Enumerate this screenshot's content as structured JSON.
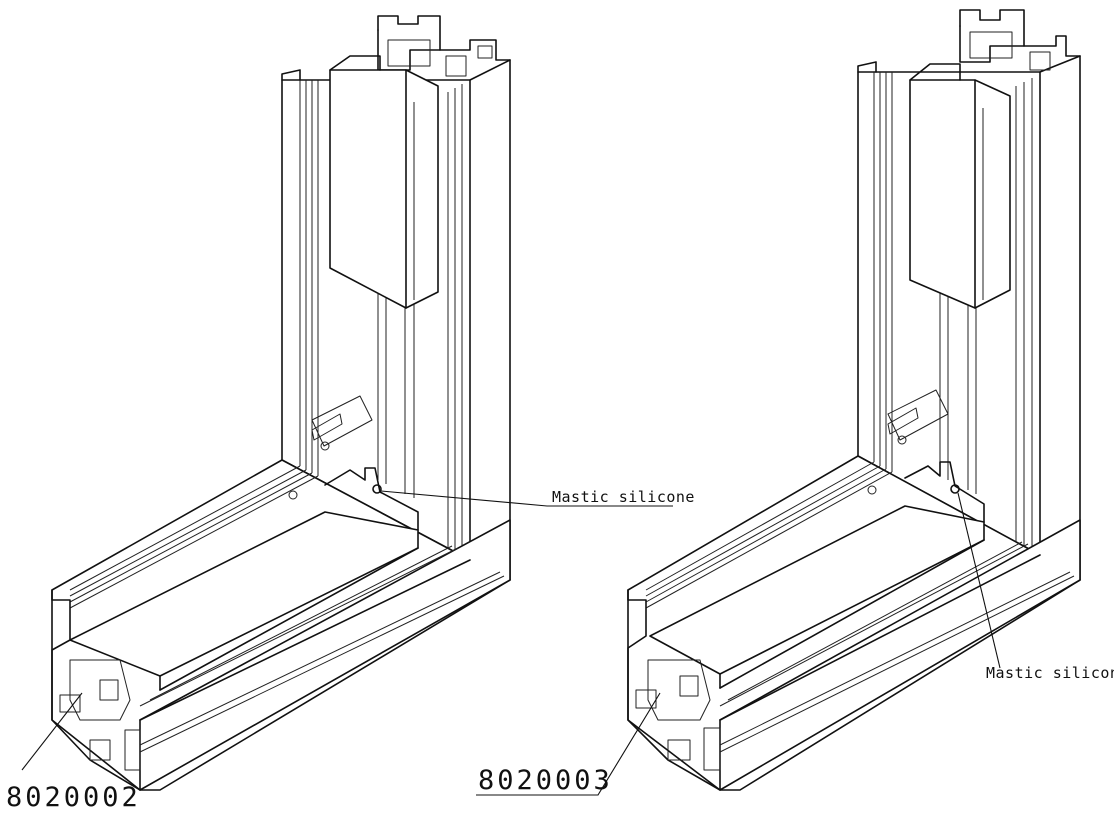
{
  "figure": {
    "left_assembly": {
      "part_number": "8020002",
      "annotation": "Mastic silicone"
    },
    "right_assembly": {
      "part_number": "8020003",
      "annotation": "Mastic silicone"
    }
  }
}
